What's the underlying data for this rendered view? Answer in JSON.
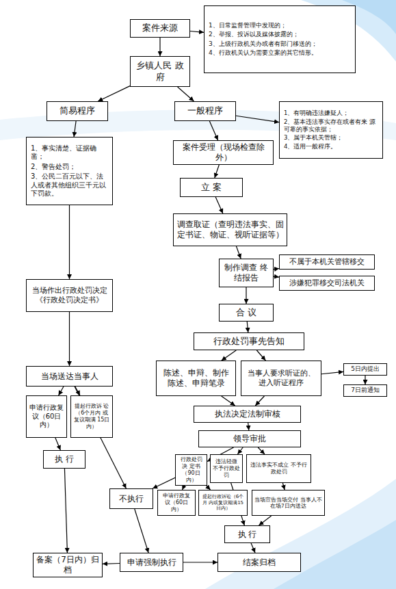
{
  "diagram": {
    "nodes": [
      {
        "text": [
          "案件来源"
        ]
      },
      {
        "text": [
          "1、日常监督管理中发现的；",
          "2、举报、投诉以及媒体披露的；",
          "3、上级行政机关办或者有部门移送的；",
          "4、行政机关认为需要立案的其它情形。"
        ]
      },
      {
        "text": [
          "乡镇人民 政府"
        ]
      },
      {
        "text": [
          "简易程序"
        ]
      },
      {
        "text": [
          "一般程序"
        ]
      },
      {
        "text": [
          "1、有明确违法嫌疑人；",
          "2、基本违法事实存在或者有来 源可靠的事实依据；",
          "3、属于本机关管辖；",
          "4、适用一般程序。"
        ]
      },
      {
        "text": [
          "1、事实清楚、证据确凿；",
          "2、警告处罚；",
          "3、公民二百元以下、法 人或者其他组织三千元以 下罚款。"
        ]
      },
      {
        "text": [
          "案件受理（现场检查除外）"
        ]
      },
      {
        "text": [
          "立 案"
        ]
      },
      {
        "text": [
          "调查取证（查明违法事实、固 定书证、物证、视听证据等）"
        ]
      },
      {
        "text": [
          "制作调查 终结报告"
        ]
      },
      {
        "text": [
          "不属于本机关管辖移交"
        ]
      },
      {
        "text": [
          "涉嫌犯罪移交司法机关"
        ]
      },
      {
        "text": [
          "合 议"
        ]
      },
      {
        "text": [
          "行政处罚事先告知"
        ]
      },
      {
        "text": [
          "当场作出行政处罚决定 《行政处罚决定书》"
        ]
      },
      {
        "text": [
          "陈述、申辩、制作 陈述、申辩笔录"
        ]
      },
      {
        "text": [
          "当事人要求听证的、 进入听证程序"
        ]
      },
      {
        "text": [
          "5日内提出"
        ]
      },
      {
        "text": [
          "7日前通知"
        ]
      },
      {
        "text": [
          "当场送达当事人"
        ]
      },
      {
        "text": [
          "申请行政复 议（60日内）"
        ]
      },
      {
        "text": [
          "提起行政诉 讼（6个月内 或复议期满 15日内）"
        ]
      },
      {
        "text": [
          "执法决定法制审核"
        ]
      },
      {
        "text": [
          "领导审批"
        ]
      },
      {
        "text": [
          "执 行"
        ]
      },
      {
        "text": [
          "行政处罚决 定书（90日内）"
        ]
      },
      {
        "text": [
          "违法轻微 不予行政处罚"
        ]
      },
      {
        "text": [
          "违法事实不成立 不予行政处罚"
        ]
      },
      {
        "text": [
          "不执行"
        ]
      },
      {
        "text": [
          "申请行政复 议（60日内）"
        ]
      },
      {
        "text": [
          "提起行政诉讼（6个月 内或复议期满15日内）"
        ]
      },
      {
        "text": [
          "当场宣告当场交付 当事人不在场7日内送达"
        ]
      },
      {
        "text": [
          "执 行"
        ]
      },
      {
        "text": [
          "备案（7日内）归档"
        ]
      },
      {
        "text": [
          "申请强制执行"
        ]
      },
      {
        "text": [
          "结案归档"
        ]
      }
    ],
    "edges": [
      {
        "from": 0,
        "to": 1,
        "arrow": "to"
      },
      {
        "from": 0,
        "to": 2,
        "arrow": "to"
      },
      {
        "from": 2,
        "to": 3,
        "arrow": "to"
      },
      {
        "from": 2,
        "to": 4,
        "arrow": "to"
      },
      {
        "from": 4,
        "to": 5,
        "arrow": "to"
      },
      {
        "from": 3,
        "to": 6,
        "arrow": "to"
      },
      {
        "from": 4,
        "to": 7,
        "arrow": "to"
      },
      {
        "from": 7,
        "to": 8,
        "arrow": "to"
      },
      {
        "from": 8,
        "to": 9,
        "arrow": "to"
      },
      {
        "from": 9,
        "to": 10,
        "arrow": "to"
      },
      {
        "from": 10,
        "to": 11,
        "arrow": "to"
      },
      {
        "from": 10,
        "to": 12,
        "arrow": "to"
      },
      {
        "from": 10,
        "to": 13,
        "arrow": "to"
      },
      {
        "from": 13,
        "to": 14,
        "arrow": "to"
      },
      {
        "from": 6,
        "to": 15,
        "arrow": "to"
      },
      {
        "from": 15,
        "to": 20,
        "arrow": "to"
      },
      {
        "from": 14,
        "to": 16,
        "arrow": "to"
      },
      {
        "from": 14,
        "to": 17,
        "arrow": "to"
      },
      {
        "from": 17,
        "to": 18,
        "arrow": "to"
      },
      {
        "from": 18,
        "to": 19,
        "arrow": "to"
      },
      {
        "from": 16,
        "to": 23,
        "arrow": "to"
      },
      {
        "from": 17,
        "to": 23,
        "arrow": "to"
      },
      {
        "from": 23,
        "to": 24,
        "arrow": "to"
      },
      {
        "from": 20,
        "to": 21,
        "arrow": "to"
      },
      {
        "from": 20,
        "to": 22,
        "arrow": "to"
      },
      {
        "from": 20,
        "to": 29,
        "arrow": "to"
      },
      {
        "from": 21,
        "to": 25,
        "arrow": "to"
      },
      {
        "from": 25,
        "to": 34,
        "arrow": "to"
      },
      {
        "from": 24,
        "to": 26,
        "arrow": "to"
      },
      {
        "from": 24,
        "to": 27,
        "arrow": "to"
      },
      {
        "from": 24,
        "to": 28,
        "arrow": "to"
      },
      {
        "from": 26,
        "to": 30,
        "arrow": "to"
      },
      {
        "from": 26,
        "to": 31,
        "arrow": "to"
      },
      {
        "from": 26,
        "to": 29,
        "arrow": "to"
      },
      {
        "from": 28,
        "to": 32,
        "arrow": "to"
      },
      {
        "from": 27,
        "to": 33,
        "arrow": "to"
      },
      {
        "from": 32,
        "to": 33,
        "arrow": "to"
      },
      {
        "from": 29,
        "to": 35,
        "arrow": "to"
      },
      {
        "from": 35,
        "to": 34,
        "arrow": "to"
      },
      {
        "from": 35,
        "to": 36,
        "arrow": "to"
      },
      {
        "from": 33,
        "to": 36,
        "arrow": "to"
      }
    ]
  }
}
